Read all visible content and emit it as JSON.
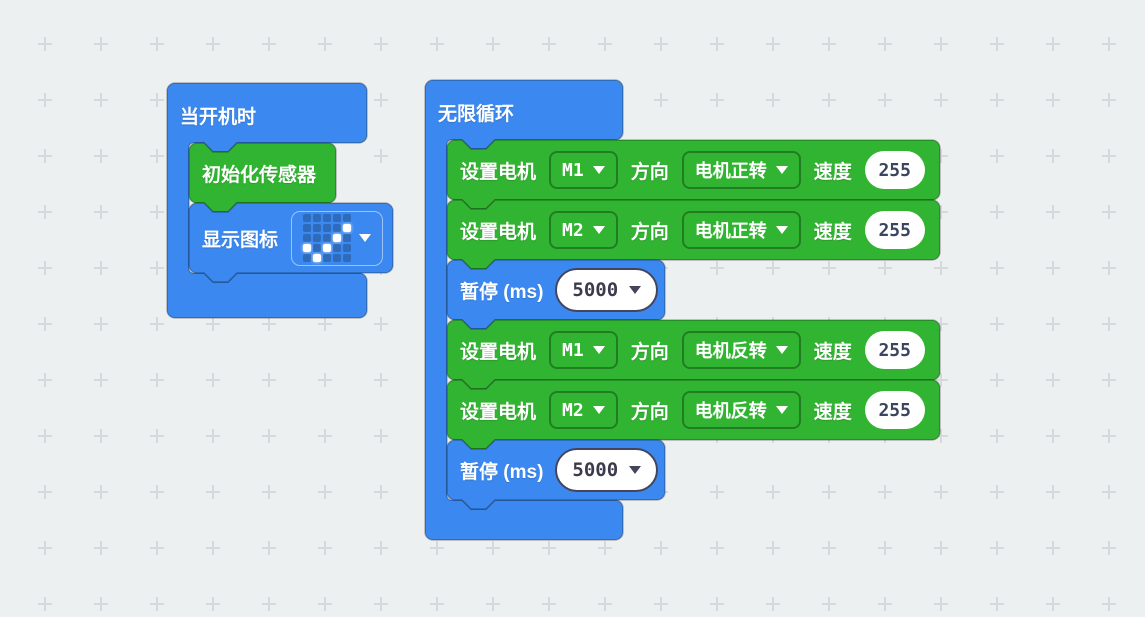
{
  "canvas": {
    "background_color": "#edf0f1",
    "grid_cross_color": "#d6d9db"
  },
  "colors": {
    "basic_blue": "#3b89f0",
    "extension_green": "#31b431",
    "stroke": "rgba(0,0,0,0.28)",
    "field_text": "#3b4560"
  },
  "on_start": {
    "label": "当开机时",
    "init_sensor": {
      "label": "初始化传感器"
    },
    "show_icon": {
      "label": "显示图标",
      "pattern": [
        "00000",
        "00001",
        "00010",
        "10100",
        "01000"
      ]
    }
  },
  "forever": {
    "label": "无限循环",
    "motor_label": "设置电机",
    "direction_label": "方向",
    "speed_label": "速度",
    "pause_label": "暂停 (ms)",
    "blocks": [
      {
        "type": "motor",
        "motor": "M1",
        "direction": "电机正转",
        "speed": "255"
      },
      {
        "type": "motor",
        "motor": "M2",
        "direction": "电机正转",
        "speed": "255"
      },
      {
        "type": "pause",
        "value": "5000"
      },
      {
        "type": "motor",
        "motor": "M1",
        "direction": "电机反转",
        "speed": "255"
      },
      {
        "type": "motor",
        "motor": "M2",
        "direction": "电机反转",
        "speed": "255"
      },
      {
        "type": "pause",
        "value": "5000"
      }
    ]
  }
}
